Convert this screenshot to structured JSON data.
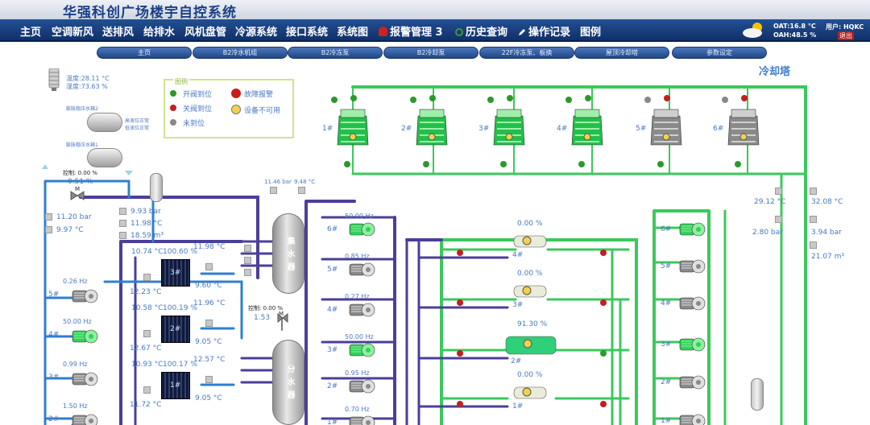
{
  "app": {
    "title": "华强科创广场楼宇自控系统"
  },
  "nav": {
    "items": [
      "主页",
      "空调新风",
      "送排风",
      "给排水",
      "风机盘管",
      "冷源系统",
      "接口系统",
      "系统图",
      "报警管理 3",
      "历史查询",
      "操作记录",
      "图例"
    ]
  },
  "weather": {
    "oat": "OAT:16.8 °C",
    "oah": "OAH:48.5 %"
  },
  "user": {
    "label": "用户: HQKC",
    "logout": "退出"
  },
  "subtabs": [
    "主页",
    "B2冷水机组",
    "B2冷冻泵",
    "B2冷却泵",
    "22F冷冻泵、板换",
    "屋顶冷却塔",
    "参数设定"
  ],
  "section_title": "冷却塔",
  "ambient": {
    "temp": "温度:28.11 °C",
    "humidity": "湿度:73.63 %"
  },
  "legend": {
    "title": "图例",
    "open": "开阀到位",
    "close": "关阀到位",
    "not": "未到位",
    "fault": "故障报警",
    "unavail": "设备不可用"
  },
  "tanks": {
    "t2": "膨胀稳压水箱2",
    "t1": "膨胀稳压水箱1",
    "s1": "高液位正常",
    "s2": "低液位正常"
  },
  "towers": [
    "1#",
    "2#",
    "3#",
    "4#",
    "5#",
    "6#"
  ],
  "colors": {
    "green": "#22c04a",
    "purple": "#4a3f9a",
    "blue": "#2f7fcf",
    "gray": "#7c7c7c"
  },
  "left": {
    "ctrl": "控制:",
    "ctrl_val": "0.00 %",
    "valve_pct": "0.51 %",
    "p1": "11.20 bar",
    "t1": "9.97 °C",
    "p2": "9.93 bar",
    "t2": "11.98 °C",
    "flow": "18.59 m³",
    "valve_m": "M",
    "chillers": [
      {
        "id": "3#",
        "tl": "10.74 °C",
        "pct": "100.60 %",
        "tr": "11.98 °C",
        "bl": "12.23 °C",
        "br": "9.60 °C"
      },
      {
        "id": "2#",
        "tl": "10.58 °C",
        "pct": "100.19 %",
        "tr": "11.96 °C",
        "bl": "12.67 °C",
        "br": "9.05 °C"
      },
      {
        "id": "1#",
        "tl": "10.93 °C",
        "pct": "100.17 %",
        "tr": "12.57 °C",
        "bl": "11.72 °C",
        "br": "9.05 °C"
      }
    ],
    "pumps": [
      {
        "id": "5#",
        "hz": "0.26 Hz"
      },
      {
        "id": "4#",
        "hz": "50.00 Hz"
      },
      {
        "id": "3#",
        "hz": "0.99 Hz"
      },
      {
        "id": "2#",
        "hz": "1.50 Hz"
      }
    ]
  },
  "center": {
    "p": "11.46 bar",
    "t": "9.48 °C",
    "collector": "集水器",
    "distributor": "分水器",
    "ctrl": "控制: 0.00 %",
    "m": "M",
    "val": "1.53"
  },
  "mid_pumps": [
    {
      "id": "6#",
      "hz": "50.00 Hz"
    },
    {
      "id": "5#",
      "hz": "0.85 Hz"
    },
    {
      "id": "4#",
      "hz": "0.27 Hz"
    },
    {
      "id": "3#",
      "hz": "50.00 Hz"
    },
    {
      "id": "2#",
      "hz": "0.95 Hz"
    },
    {
      "id": "1#",
      "hz": "0.70 Hz"
    }
  ],
  "main_chillers": [
    {
      "id": "4#",
      "pct": "0.00 %"
    },
    {
      "id": "3#",
      "pct": "0.00 %"
    },
    {
      "id": "2#",
      "pct": "91.30 %"
    },
    {
      "id": "1#",
      "pct": "0.00 %"
    }
  ],
  "right": {
    "t1": "29.12 °C",
    "p1": "2.80 bar",
    "t2": "32.08 °C",
    "p2": "3.94 bar",
    "flow": "21.07 m³"
  },
  "right_pumps": [
    "6#",
    "5#",
    "4#",
    "3#",
    "2#",
    "1#"
  ]
}
